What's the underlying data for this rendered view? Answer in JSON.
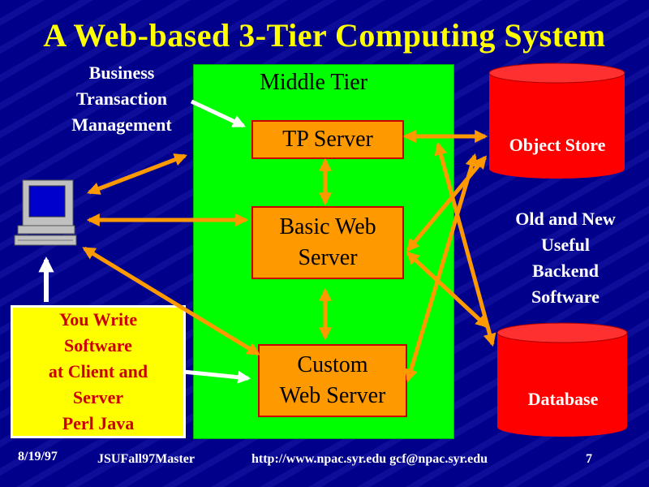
{
  "title": "A Web-based 3-Tier Computing System",
  "business_label": [
    "Business",
    "Transaction",
    "Management"
  ],
  "middle_tier_label": "Middle Tier",
  "boxes": {
    "tp_server": [
      "TP Server"
    ],
    "basic_web_server": [
      "Basic Web",
      "Server"
    ],
    "custom_web_server": [
      "Custom",
      "Web Server"
    ]
  },
  "client_box": [
    "You Write",
    "Software",
    "at Client and",
    "Server",
    "Perl Java"
  ],
  "object_store_label": "Object Store",
  "backend_label": [
    "Old and New",
    "Useful",
    "Backend",
    "Software"
  ],
  "database_label": "Database",
  "footer": {
    "date": "8/19/97",
    "master": "JSUFall97Master",
    "url": "http://www.npac.syr.edu gcf@npac.syr.edu",
    "page": "7"
  },
  "colors": {
    "background": "#00008a",
    "title": "#ffff00",
    "panel": "#00ff00",
    "box": "#ff9900",
    "box_border": "#cc0000",
    "arrow": "#ff9900",
    "cylinder": "#ff0000",
    "client_box": "#ffff00",
    "client_text": "#cc0000"
  },
  "icons": [
    "computer-icon"
  ]
}
